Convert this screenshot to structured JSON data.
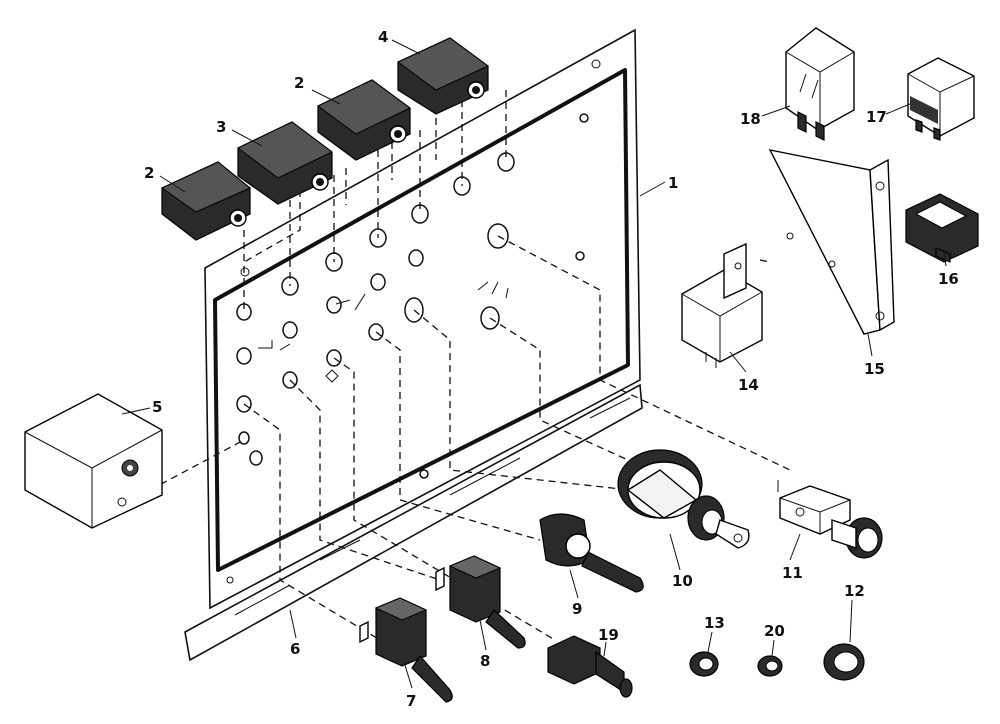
{
  "diagram": {
    "callouts": {
      "c1": "1",
      "c2a": "2",
      "c2b": "2",
      "c3": "3",
      "c4": "4",
      "c5": "5",
      "c6": "6",
      "c7": "7",
      "c8": "8",
      "c9": "9",
      "c10": "10",
      "c11": "11",
      "c12": "12",
      "c13": "13",
      "c14": "14",
      "c15": "15",
      "c16": "16",
      "c17": "17",
      "c18": "18",
      "c19": "19",
      "c20": "20"
    }
  }
}
